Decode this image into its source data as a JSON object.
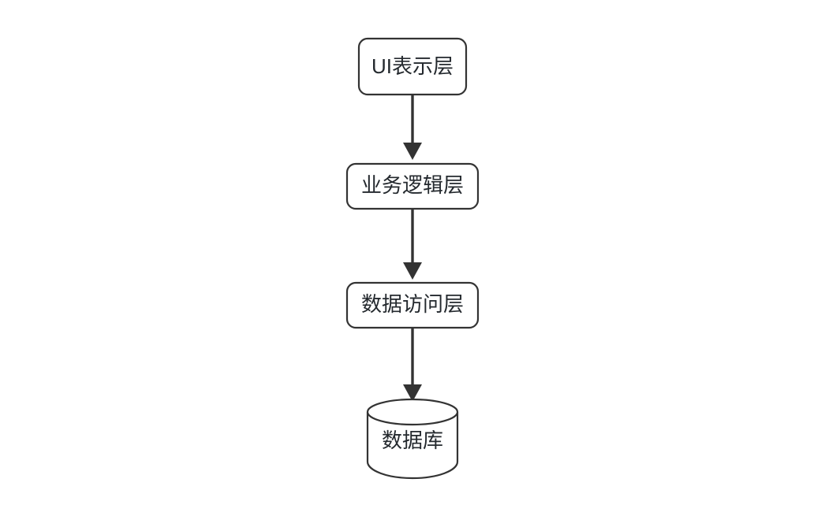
{
  "diagram": {
    "title": "",
    "type": "flowchart",
    "direction": "top-to-bottom",
    "background_color": "#ffffff",
    "node_fill_color": "#ffffff",
    "node_stroke_color": "#333333",
    "text_color": "#24292e",
    "edge_color": "#333333",
    "nodes": [
      {
        "id": "ui-layer",
        "label": "UI表示层",
        "shape": "rounded-rectangle"
      },
      {
        "id": "business-logic-layer",
        "label": "业务逻辑层",
        "shape": "rounded-rectangle"
      },
      {
        "id": "data-access-layer",
        "label": "数据访问层",
        "shape": "rounded-rectangle"
      },
      {
        "id": "database",
        "label": "数据库",
        "shape": "cylinder"
      }
    ],
    "edges": [
      {
        "id": "edge-ui-to-business",
        "from": "ui-layer",
        "to": "business-logic-layer",
        "label": "",
        "arrow": "down"
      },
      {
        "id": "edge-business-to-data-access",
        "from": "business-logic-layer",
        "to": "data-access-layer",
        "label": "",
        "arrow": "down"
      },
      {
        "id": "edge-data-access-to-database",
        "from": "data-access-layer",
        "to": "database",
        "label": "",
        "arrow": "down"
      }
    ]
  }
}
